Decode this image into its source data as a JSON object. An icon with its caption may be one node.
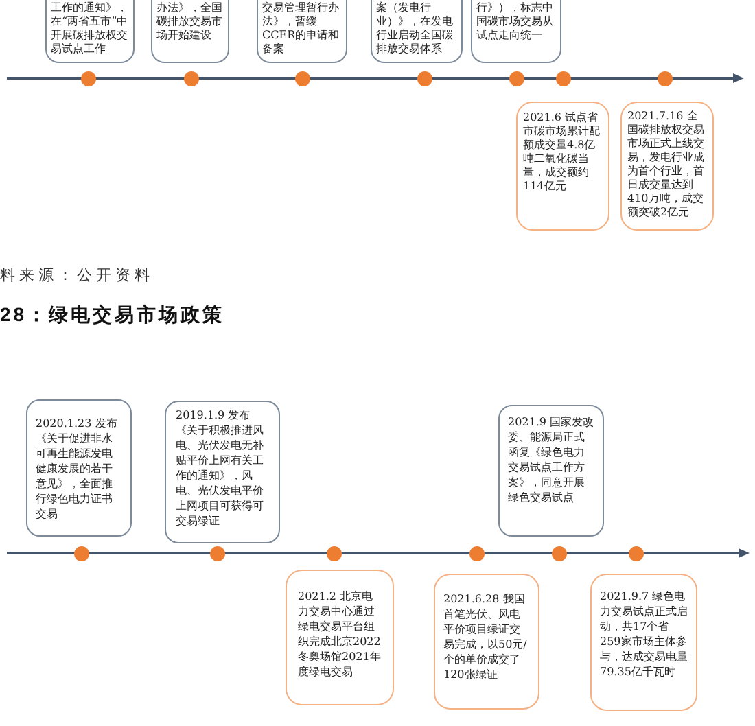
{
  "diagram": {
    "title": "28：绿电交易市场政策",
    "nodes": [
      {
        "text": [
          "工作的通知》，在“两省五市”中开展碳排放权交易试点工作"
        ]
      },
      {
        "text": [
          "办法》，全国碳排放交易市场开始建设"
        ]
      },
      {
        "text": [
          "交易管理暂行办法》，暂缓CCER的申请和备案"
        ]
      },
      {
        "text": [
          "案（发电行业）》，在发电行业启动全国碳排放交易体系"
        ]
      },
      {
        "text": [
          "行》），标志中国碳市场交易从试点走向统一"
        ]
      },
      {
        "text": [
          "2021.6 试点省市碳市场累计配额成交量4.8亿吨二氧化碳当量，成交额约114亿元"
        ]
      },
      {
        "text": [
          "2021.7.16 全国碳排放权交易市场正式上线交易，发电行业成为首个行业，首日成交量达到410万吨，成交额突破2亿元"
        ]
      },
      {
        "text": [
          "2020.1.23 发布《关于促进非水可再生能源发电健康发展的若干意见》，全面推行绿色电力证书交易"
        ]
      },
      {
        "text": [
          "2019.1.9 发布《关于积极推进风电、光伏发电无补贴平价上网有关工作的通知》，风电、光伏发电平价上网项目可获得可交易绿证"
        ]
      },
      {
        "text": [
          "2021.9 国家发改委、能源局正式函复《绿色电力交易试点工作方案》，同意开展绿色交易试点"
        ]
      },
      {
        "text": [
          "2021.2 北京电力交易中心通过绿电交易平台组织完成北京2022冬奥场馆2021年度绿电交易"
        ]
      },
      {
        "text": [
          "2021.6.28 我国首笔光伏、风电平价项目绿证交易完成，以50元/个的单价成交了120张绿证"
        ]
      },
      {
        "text": [
          "2021.9.7 绿色电力交易试点正式启动，共17个省259家市场主体参与，达成交易电量79.35亿千瓦时"
        ]
      }
    ],
    "labels": [
      "料来源：公开资料"
    ]
  }
}
